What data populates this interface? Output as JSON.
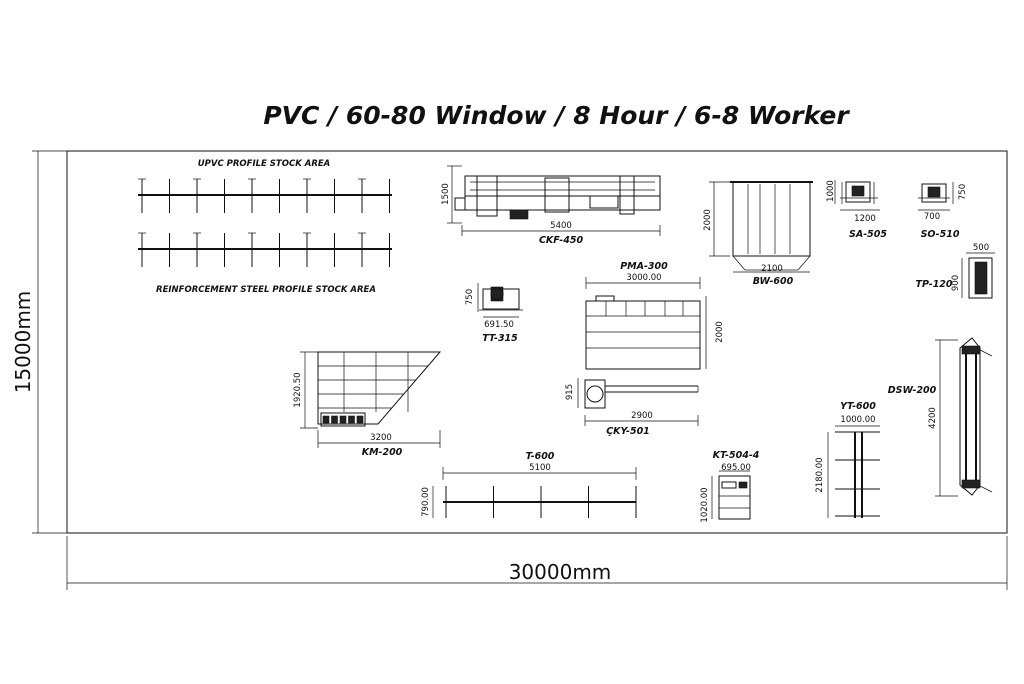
{
  "title": "PVC / 60-80 Window / 8 Hour / 6-8 Worker",
  "hall": {
    "width_label": "30000mm",
    "height_label": "15000mm"
  },
  "areas": {
    "upvc_stock": "UPVC PROFILE STOCK AREA",
    "steel_stock": "REINFORCEMENT STEEL PROFILE  STOCK AREA"
  },
  "machines": {
    "ckf": {
      "name": "CKF-450",
      "dim_w": "5400",
      "dim_h": "1500"
    },
    "bw": {
      "name": "BW-600",
      "dim_w": "2100",
      "dim_h": "2000"
    },
    "sa": {
      "name": "SA-505",
      "dim_w": "1200",
      "dim_h": "1000"
    },
    "so": {
      "name": "SO-510",
      "dim_w": "700",
      "dim_h": "750"
    },
    "tp": {
      "name": "TP-120",
      "dim_w": "500",
      "dim_h": "900"
    },
    "tt": {
      "name": "TT-315",
      "dim_w": "691.50",
      "dim_h": "750"
    },
    "pma": {
      "name": "PMA-300",
      "dim_w": "3000.00",
      "dim_h": "2000"
    },
    "cky": {
      "name": "ÇKY-501",
      "dim_w": "2900",
      "dim_h": "915"
    },
    "km": {
      "name": "KM-200",
      "dim_w": "3200",
      "dim_h": "1920.50"
    },
    "dsw": {
      "name": "DSW-200",
      "dim_h": "4200"
    },
    "yt": {
      "name": "YT-600",
      "dim_w": "1000.00",
      "dim_h": "2180.00"
    },
    "t": {
      "name": "T-600",
      "dim_w": "5100",
      "dim_h": "790.00"
    },
    "kt": {
      "name": "KT-504-4",
      "dim_w": "695.00",
      "dim_h": "1020.00"
    }
  }
}
